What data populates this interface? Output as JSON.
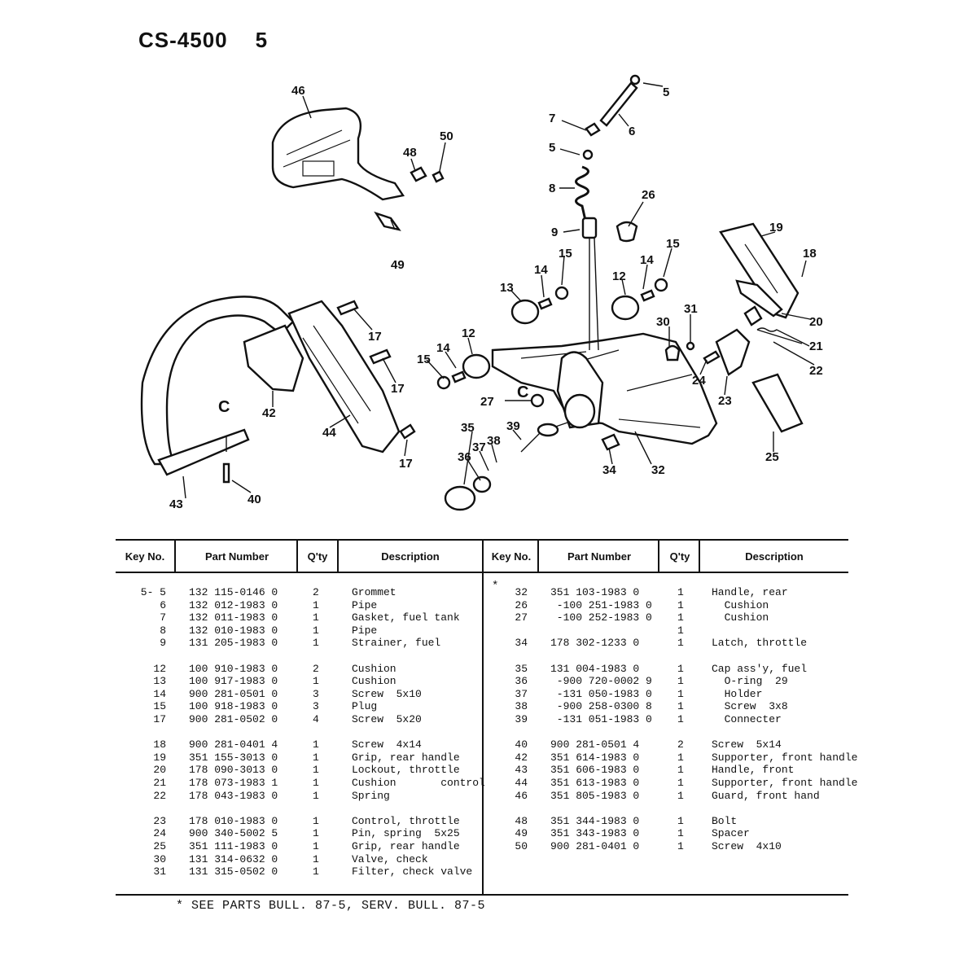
{
  "header": {
    "model": "CS-4500",
    "page": "5"
  },
  "diagram": {
    "callouts": [
      "46",
      "50",
      "48",
      "49",
      "5",
      "6",
      "7",
      "5",
      "8",
      "9",
      "26",
      "19",
      "18",
      "15",
      "14",
      "13",
      "15",
      "14",
      "12",
      "20",
      "21",
      "22",
      "17",
      "17",
      "17",
      "42",
      "44",
      "C",
      "40",
      "43",
      "15",
      "14",
      "12",
      "27",
      "C",
      "35",
      "36",
      "37",
      "38",
      "39",
      "34",
      "32",
      "30",
      "31",
      "24",
      "23",
      "25"
    ]
  },
  "table": {
    "headers": {
      "key_no": "Key No.",
      "part_number": "Part Number",
      "qty": "Q'ty",
      "description": "Description"
    },
    "left_rows": [
      {
        "key": "5- 5",
        "part": "132 115-0146 0",
        "qty": "2",
        "desc": "Grommet"
      },
      {
        "key": "6",
        "part": "132 012-1983 0",
        "qty": "1",
        "desc": "Pipe"
      },
      {
        "key": "7",
        "part": "132 011-1983 0",
        "qty": "1",
        "desc": "Gasket, fuel tank"
      },
      {
        "key": "8",
        "part": "132 010-1983 0",
        "qty": "1",
        "desc": "Pipe"
      },
      {
        "key": "9",
        "part": "131 205-1983 0",
        "qty": "1",
        "desc": "Strainer, fuel"
      },
      {
        "key": "",
        "part": "",
        "qty": "",
        "desc": ""
      },
      {
        "key": "12",
        "part": "100 910-1983 0",
        "qty": "2",
        "desc": "Cushion"
      },
      {
        "key": "13",
        "part": "100 917-1983 0",
        "qty": "1",
        "desc": "Cushion"
      },
      {
        "key": "14",
        "part": "900 281-0501 0",
        "qty": "3",
        "desc": "Screw  5x10"
      },
      {
        "key": "15",
        "part": "100 918-1983 0",
        "qty": "3",
        "desc": "Plug"
      },
      {
        "key": "17",
        "part": "900 281-0502 0",
        "qty": "4",
        "desc": "Screw  5x20"
      },
      {
        "key": "",
        "part": "",
        "qty": "",
        "desc": ""
      },
      {
        "key": "18",
        "part": "900 281-0401 4",
        "qty": "1",
        "desc": "Screw  4x14"
      },
      {
        "key": "19",
        "part": "351 155-3013 0",
        "qty": "1",
        "desc": "Grip, rear handle"
      },
      {
        "key": "20",
        "part": "178 090-3013 0",
        "qty": "1",
        "desc": "Lockout, throttle"
      },
      {
        "key": "21",
        "part": "178 073-1983 1",
        "qty": "1",
        "desc": "Cushion       control"
      },
      {
        "key": "22",
        "part": "178 043-1983 0",
        "qty": "1",
        "desc": "Spring"
      },
      {
        "key": "",
        "part": "",
        "qty": "",
        "desc": ""
      },
      {
        "key": "23",
        "part": "178 010-1983 0",
        "qty": "1",
        "desc": "Control, throttle"
      },
      {
        "key": "24",
        "part": "900 340-5002 5",
        "qty": "1",
        "desc": "Pin, spring  5x25"
      },
      {
        "key": "25",
        "part": "351 111-1983 0",
        "qty": "1",
        "desc": "Grip, rear handle"
      },
      {
        "key": "30",
        "part": "131 314-0632 0",
        "qty": "1",
        "desc": "Valve, check"
      },
      {
        "key": "31",
        "part": "131 315-0502 0",
        "qty": "1",
        "desc": "Filter, check valve"
      }
    ],
    "right_rows": [
      {
        "key": "32",
        "part": "351 103-1983 0",
        "qty": "1",
        "desc": "Handle, rear"
      },
      {
        "key": "26",
        "part": " -100 251-1983 0",
        "qty": "1",
        "desc": "  Cushion"
      },
      {
        "key": "27",
        "part": " -100 252-1983 0",
        "qty": "1",
        "desc": "  Cushion"
      },
      {
        "key": "",
        "part": "",
        "qty": "1",
        "desc": ""
      },
      {
        "key": "34",
        "part": "178 302-1233 0",
        "qty": "1",
        "desc": "Latch, throttle"
      },
      {
        "key": "",
        "part": "",
        "qty": "",
        "desc": ""
      },
      {
        "key": "35",
        "part": "131 004-1983 0",
        "qty": "1",
        "desc": "Cap ass'y, fuel"
      },
      {
        "key": "36",
        "part": " -900 720-0002 9",
        "qty": "1",
        "desc": "  O-ring  29"
      },
      {
        "key": "37",
        "part": " -131 050-1983 0",
        "qty": "1",
        "desc": "  Holder"
      },
      {
        "key": "38",
        "part": " -900 258-0300 8",
        "qty": "1",
        "desc": "  Screw  3x8"
      },
      {
        "key": "39",
        "part": " -131 051-1983 0",
        "qty": "1",
        "desc": "  Connecter"
      },
      {
        "key": "",
        "part": "",
        "qty": "",
        "desc": ""
      },
      {
        "key": "40",
        "part": "900 281-0501 4",
        "qty": "2",
        "desc": "Screw  5x14"
      },
      {
        "key": "42",
        "part": "351 614-1983 0",
        "qty": "1",
        "desc": "Supporter, front handle"
      },
      {
        "key": "43",
        "part": "351 606-1983 0",
        "qty": "1",
        "desc": "Handle, front"
      },
      {
        "key": "44",
        "part": "351 613-1983 0",
        "qty": "1",
        "desc": "Supporter, front handle"
      },
      {
        "key": "46",
        "part": "351 805-1983 0",
        "qty": "1",
        "desc": "Guard, front hand"
      },
      {
        "key": "",
        "part": "",
        "qty": "",
        "desc": ""
      },
      {
        "key": "48",
        "part": "351 344-1983 0",
        "qty": "1",
        "desc": "Bolt"
      },
      {
        "key": "49",
        "part": "351 343-1983 0",
        "qty": "1",
        "desc": "Spacer"
      },
      {
        "key": "50",
        "part": "900 281-0401 0",
        "qty": "1",
        "desc": "Screw  4x10"
      }
    ],
    "asterisk": "*"
  },
  "footnote": "* SEE PARTS BULL. 87-5,  SERV. BULL. 87-5"
}
